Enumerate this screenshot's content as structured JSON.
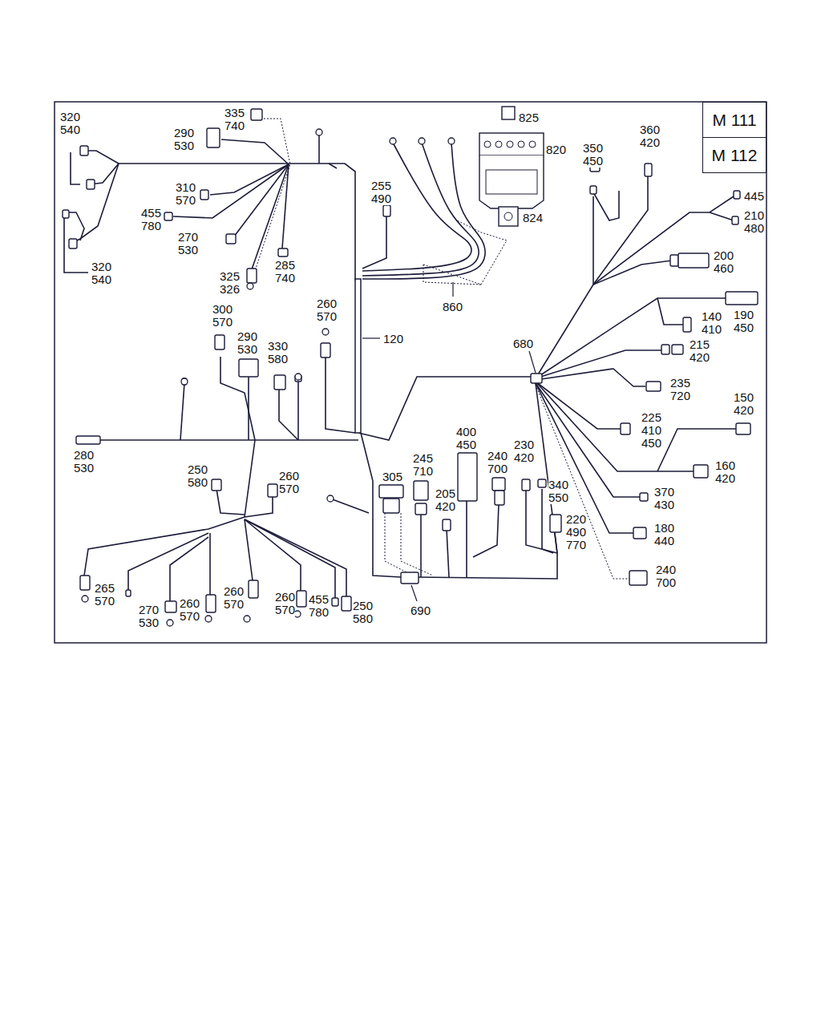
{
  "diagram": {
    "nodes": [
      {
        "text": [
          "M 111"
        ]
      },
      {
        "text": [
          "M 112"
        ]
      }
    ],
    "labels": [
      "320 540",
      "335 740",
      "290 530",
      "825",
      "820",
      "360 420",
      "350 450",
      "445",
      "210 480",
      "255 490",
      "310 570",
      "455 780",
      "824",
      "270 530",
      "320 540",
      "285 740",
      "200 460",
      "325 326",
      "860",
      "300 570",
      "260 570",
      "140 410",
      "190 450",
      "290 530",
      "330 580",
      "120",
      "680",
      "215 420",
      "235 720",
      "150 420",
      "225 410 450",
      "400 450",
      "245 710",
      "240 700",
      "230 420",
      "280 530",
      "305",
      "205 420",
      "250 580",
      "260 570",
      "340 550",
      "160 420",
      "370 430",
      "220 490 770",
      "180 440",
      "240 700",
      "265 570",
      "260 570",
      "260 570",
      "455 780",
      "250 580",
      "270 530",
      "260 570",
      "690"
    ]
  }
}
